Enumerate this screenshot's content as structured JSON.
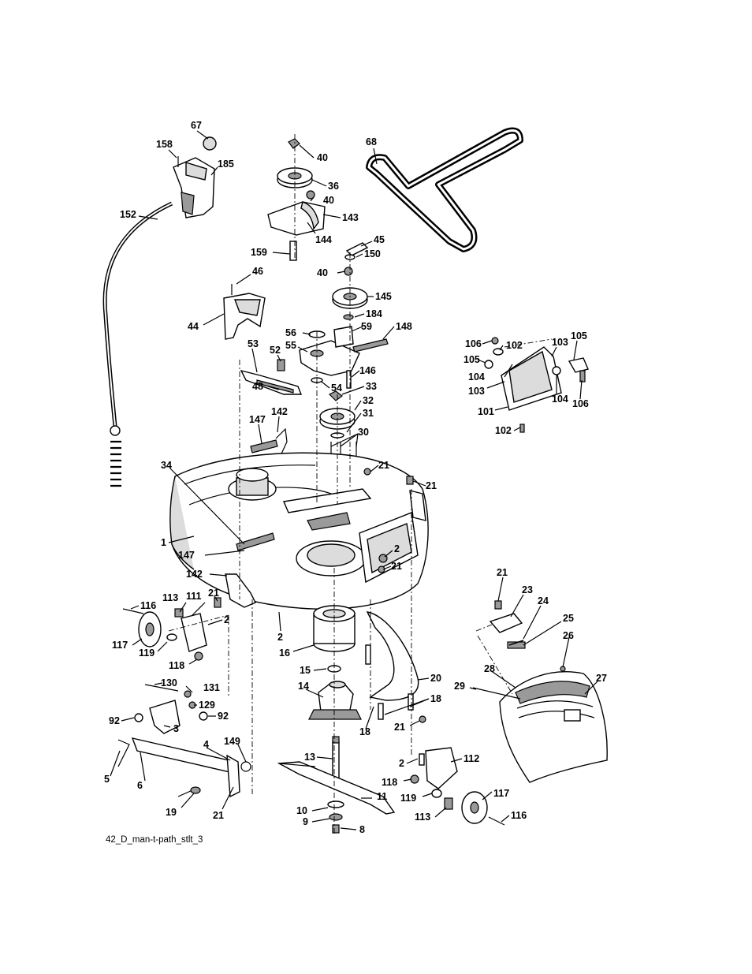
{
  "caption": "42_D_man-t-path_stlt_3",
  "labels": {
    "l1": "67",
    "l2": "158",
    "l3": "185",
    "l4": "152",
    "l5": "40",
    "l6": "36",
    "l7": "40",
    "l8": "143",
    "l9": "144",
    "l10": "159",
    "l11": "68",
    "l12": "45",
    "l13": "150",
    "l14": "40",
    "l15": "145",
    "l16": "184",
    "l17": "46",
    "l18": "44",
    "l19": "56",
    "l20": "55",
    "l21": "59",
    "l22": "148",
    "l23": "53",
    "l24": "52",
    "l25": "146",
    "l26": "48",
    "l27": "54",
    "l28": "33",
    "l29": "32",
    "l30": "31",
    "l31": "30",
    "l32": "147",
    "l33": "142",
    "l34": "34",
    "l35": "21",
    "l36": "21",
    "l37": "1",
    "l38": "147",
    "l39": "2",
    "l40": "21",
    "l41": "142",
    "l42": "21",
    "l43": "113",
    "l44": "111",
    "l45": "116",
    "l46": "2",
    "l47": "117",
    "l48": "119",
    "l49": "118",
    "l50": "2",
    "l51": "16",
    "l52": "15",
    "l53": "14",
    "l54": "20",
    "l55": "18",
    "l56": "18",
    "l57": "21",
    "l58": "130",
    "l59": "131",
    "l60": "129",
    "l61": "92",
    "l62": "92",
    "l63": "3",
    "l64": "4",
    "l65": "149",
    "l66": "5",
    "l67": "6",
    "l68": "19",
    "l69": "21",
    "l70": "13",
    "l71": "11",
    "l72": "10",
    "l73": "9",
    "l74": "8",
    "l75": "106",
    "l76": "102",
    "l77": "103",
    "l78": "105",
    "l79": "105",
    "l80": "104",
    "l81": "103",
    "l82": "104",
    "l83": "106",
    "l84": "101",
    "l85": "102",
    "l86": "21",
    "l87": "23",
    "l88": "24",
    "l89": "25",
    "l90": "26",
    "l91": "28",
    "l92": "27",
    "l93": "29",
    "l94": "2",
    "l95": "112",
    "l96": "118",
    "l97": "117",
    "l98": "119",
    "l99": "113",
    "l100": "116"
  }
}
